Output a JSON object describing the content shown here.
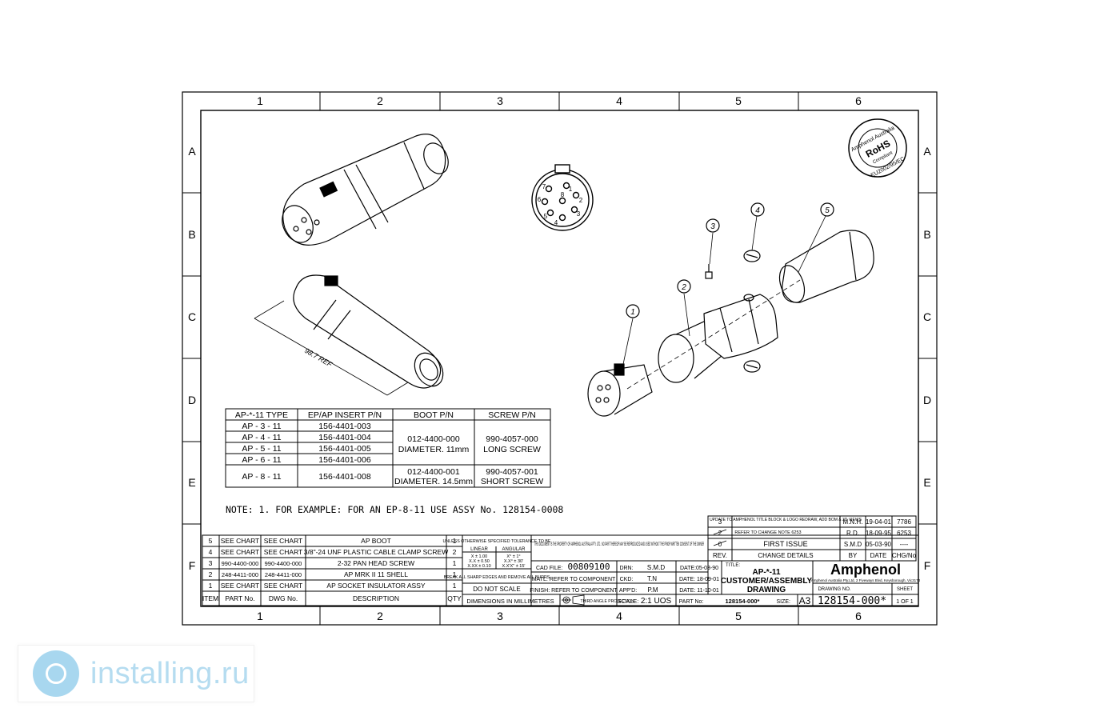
{
  "frame": {
    "cols": [
      "1",
      "2",
      "3",
      "4",
      "5",
      "6"
    ],
    "rows": [
      "A",
      "B",
      "C",
      "D",
      "E",
      "F"
    ]
  },
  "rohs": {
    "top_text": "Amphenol Australia",
    "center_text": "RoHS",
    "center_sub": "Compliant",
    "bottom_text": "EU2002/95/EC"
  },
  "views": {
    "dimension_label": "98.7 REF",
    "pins": [
      "1",
      "2",
      "3",
      "4",
      "5",
      "6",
      "7",
      "8"
    ],
    "balloons": [
      "1",
      "2",
      "3",
      "4",
      "5"
    ]
  },
  "type_table": {
    "headers": [
      "AP-*-11 TYPE",
      "EP/AP INSERT P/N",
      "BOOT P/N",
      "SCREW P/N"
    ],
    "rows": [
      {
        "type": "AP - 3 - 11",
        "insert": "156-4401-003"
      },
      {
        "type": "AP - 4 - 11",
        "insert": "156-4401-004"
      },
      {
        "type": "AP - 5 - 11",
        "insert": "156-4401-005"
      },
      {
        "type": "AP - 6 - 11",
        "insert": "156-4401-006"
      },
      {
        "type": "AP - 8 - 11",
        "insert": "156-4401-008"
      }
    ],
    "boot_group1": [
      "012-4400-000",
      "DIAMETER. 11mm"
    ],
    "screw_group1": [
      "990-4057-000",
      "LONG SCREW"
    ],
    "boot_group2": [
      "012-4400-001",
      "DIAMETER. 14.5mm"
    ],
    "screw_group2": [
      "990-4057-001",
      "SHORT SCREW"
    ]
  },
  "note": "NOTE: 1. FOR EXAMPLE: FOR AN EP-8-11 USE ASSY No. 128154-0008",
  "bom": {
    "rows": [
      {
        "item": "5",
        "part": "SEE CHART",
        "dwg": "SEE CHART",
        "desc": "AP BOOT",
        "qty": "1"
      },
      {
        "item": "4",
        "part": "SEE CHART",
        "dwg": "SEE CHART",
        "desc": "3/8\"-24 UNF PLASTIC CABLE CLAMP SCREW",
        "qty": "2"
      },
      {
        "item": "3",
        "part": "990-4400-000",
        "dwg": "990-4400-000",
        "desc": "2-32 PAN HEAD SCREW",
        "qty": "1"
      },
      {
        "item": "2",
        "part": "248-4411-000",
        "dwg": "248-4411-000",
        "desc": "AP MRK II 11 SHELL",
        "qty": "1"
      },
      {
        "item": "1",
        "part": "SEE CHART",
        "dwg": "SEE CHART",
        "desc": "AP SOCKET INSULATOR ASSY",
        "qty": "1"
      }
    ],
    "header": {
      "item": "ITEM",
      "part": "PART No.",
      "dwg": "DWG No.",
      "desc": "DESCRIPTION",
      "qty": "QTY"
    }
  },
  "revisions": {
    "rows": [
      {
        "rev": "3",
        "details": "UPDATE TO AMPHENOL TITLE BLOCK & LOGO REDRAW, ADD BOM & 3D VIEWS",
        "by": "M.N.H.",
        "date": "19-04-01",
        "chg": "7786"
      },
      {
        "rev": "2",
        "details": "REFER TO CHANGE NOTE 6253",
        "by": "R.D.",
        "date": "18-09-95",
        "chg": "6253"
      },
      {
        "rev": "0",
        "details": "FIRST ISSUE",
        "by": "S.M.D",
        "date": "05-03-90",
        "chg": "----"
      }
    ],
    "header": {
      "rev": "REV.",
      "details": "CHANGE DETAILS",
      "by": "BY",
      "date": "DATE",
      "chg": "CHG/No"
    }
  },
  "title_block": {
    "tolerance_title": "UNLESS OTHERWISE SPECIFIED TOLERANCE TO BE",
    "linear": "LINEAR",
    "angular": "ANGULAR",
    "tol_lines": [
      "X ± 1.00",
      "X.X ± 0.50",
      "X.XX ± 0.10"
    ],
    "ang_lines": [
      "X° ± 1°",
      "X.X° ± 30'",
      "X.X'X'' ± 15'"
    ],
    "break_edges": "BREAK ALL SHARP EDGES AND REMOVE ALL BURRS",
    "do_not_scale": "DO NOT SCALE",
    "dimensions": "DIMENSIONS IN MILLIMETRES",
    "projection": "THIRD ANGLE PROJECTION",
    "property_note": "THIS DOCUMENT IS THE PROPERTY OF AMPHENOL AUSTRALIA PTY. LTD.. NO PART THEREOF MAY BE REPRODUCED AND USED WITHOUT THE PRIOR WRITTEN CONSENT OF THE OWNER",
    "cad_file_label": "CAD FILE:",
    "cad_file": "00809100",
    "matl": "MATL: REFER TO COMPONENT",
    "finish": "FINISH: REFER TO COMPONENT",
    "scale_label": "SCALE:",
    "scale": "2:1 UOS",
    "drn_label": "DRN:",
    "drn": "S.M.D",
    "drn_date": "DATE:05-03-90",
    "ckd_label": "CKD:",
    "ckd": "T.N",
    "ckd_date": "DATE: 18-09-01",
    "appd_label": "APP'D:",
    "appd": "P.M",
    "appd_date": "DATE: 11-10-01",
    "part_no_label": "PART No:",
    "part_no": "128154-000*",
    "title_label": "TITLE:",
    "title1": "AP-*-11",
    "title2": "CUSTOMER/ASSEMBLY",
    "title3": "DRAWING",
    "brand": "Amphenol",
    "brand_address": "Amphenol Australia Pty.Ltd, 2 Fiveways Blvd, Keysborough, Vic3173",
    "drawing_no_label": "DRAWING NO.",
    "drawing_no": "128154-000*",
    "size_label": "SIZE:",
    "size": "A3",
    "sheet_label": "SHEET",
    "sheet": "1 OF 1"
  },
  "watermark": {
    "text": "installing.ru",
    "icon": "installing-logo-icon"
  }
}
